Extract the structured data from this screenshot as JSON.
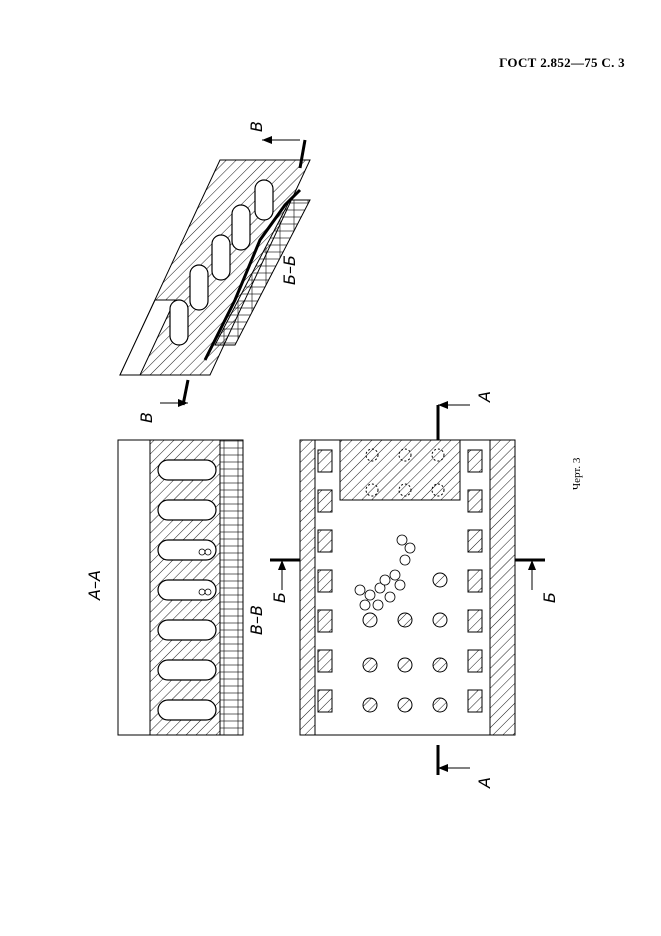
{
  "document": {
    "header": "ГОСТ 2.852—75 С. 3",
    "caption": "Черт. 3"
  },
  "sections": {
    "aa": "А–А",
    "bb": "Б–Б",
    "vv": "В–В",
    "mark_a": "А",
    "mark_b": "Б",
    "mark_v": "В"
  }
}
